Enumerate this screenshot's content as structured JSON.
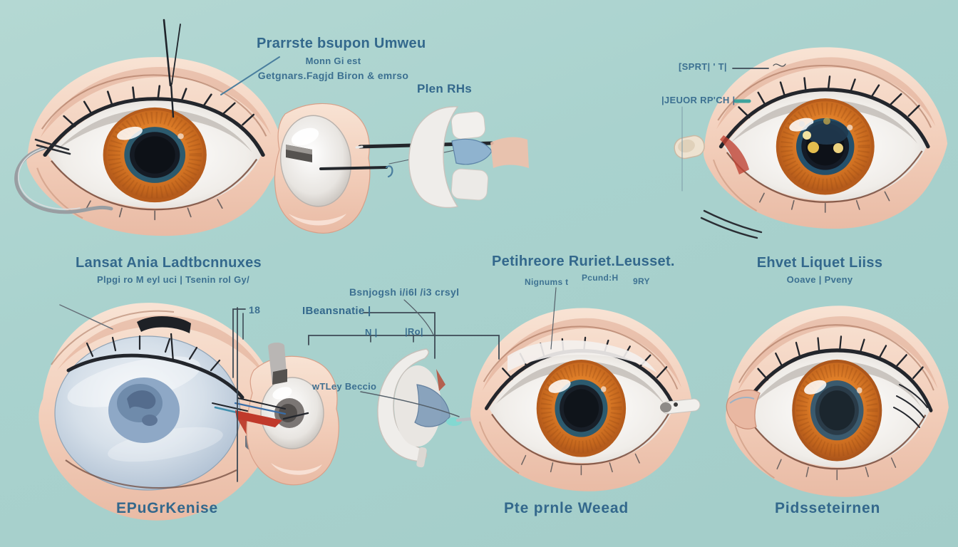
{
  "palette": {
    "background": "#a9d2ce",
    "label_blue": "#33688c",
    "accent_teal": "#3fa39c",
    "iris_orange": "#e0812a",
    "pupil_dark": "#151b24",
    "blue_globe": "#8ea8c6",
    "skin": "#f2cdb9"
  },
  "top_left": {
    "title": "Prarrste bsupon Umweu",
    "sub1": "Monn Gi est",
    "sub2": "Getgnars.Fagjd Biron & emrso"
  },
  "top_middle": {
    "label": "Plen RHs"
  },
  "top_right": {
    "bracket_label": "[SPRT| ' T|",
    "lower_label": "|JEUOR RP'CH |"
  },
  "mid_left": {
    "title": "Lansat Ania Ladtbcnnuxes",
    "subtitle": "Plpgi ro M eyl uci | Tsenin rol Gy/",
    "number": "18"
  },
  "mid_middle": {
    "upper_label": "Bsnjogsh i/i6l /i3 crsyl",
    "bracket_label": "IBeansnatie |",
    "tick_left": "N |",
    "tick_right": "|Ro|",
    "lens_label": "wTLey Beccio"
  },
  "mid_center": {
    "title": "Petihreore Ruriet.Leusset.",
    "sub_left": "Nignums t",
    "sub_mid": "Pcund:H",
    "sub_right": "9RY"
  },
  "mid_right": {
    "title": "Ehvet Liquet Liiss",
    "subtitle": "Ooave | Pveny"
  },
  "captions": {
    "left": "EPuGrKenise",
    "middle": "Pte prnle Weead",
    "right": "Pidsseteirnen"
  }
}
